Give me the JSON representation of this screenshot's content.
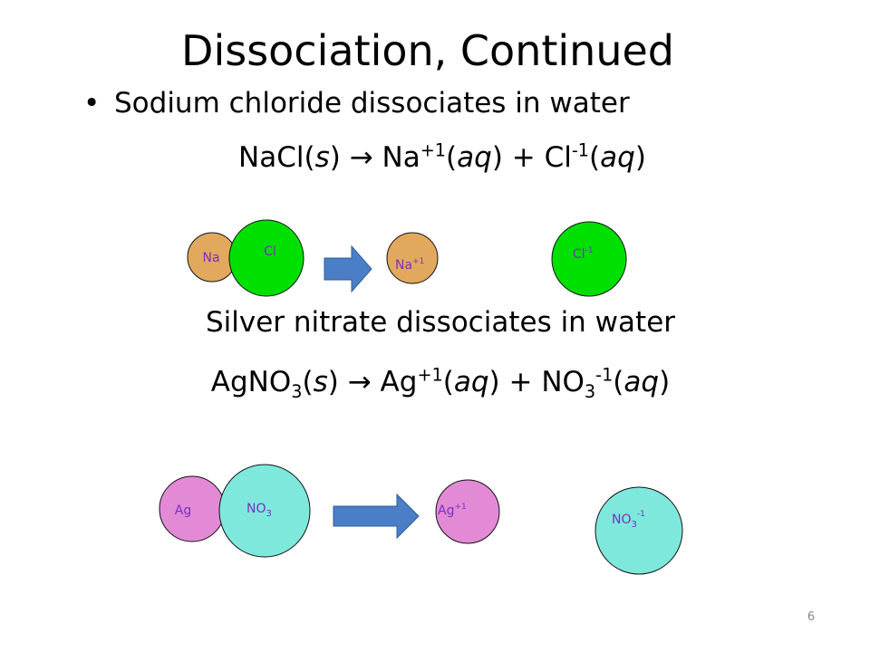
{
  "slide": {
    "title": "Dissociation, Continued",
    "bullet_symbol": "•",
    "bullet": "Sodium chloride dissociates in water",
    "eq1": {
      "reactant": "NaCl(",
      "reactant_state": "s",
      "arrow": ") → ",
      "cation": "Na",
      "cation_charge": "+1",
      "aq1": "aq",
      "plus": ") + ",
      "anion": "Cl",
      "anion_charge": "-1",
      "aq2": "aq",
      "close": ")"
    },
    "subtitle": "Silver nitrate dissociates in water",
    "eq2": {
      "reactant": "AgNO",
      "reactant_sub": "3",
      "open": "(",
      "reactant_state": "s",
      "arrow": ") → ",
      "cation": "Ag",
      "cation_charge": "+1",
      "aq1": "aq",
      "plus": ") + ",
      "anion": "NO",
      "anion_sub": "3",
      "anion_charge": "-1",
      "aq2": "aq",
      "close": ")"
    },
    "page_number": "6"
  },
  "diagram": {
    "na": "Na",
    "cl": "Cl",
    "na_ion": "Na",
    "na_ion_charge": "+1",
    "cl_ion": "Cl",
    "cl_ion_charge": "-1",
    "ag": "Ag",
    "no3": "NO",
    "no3_sub": "3",
    "ag_ion": "Ag",
    "ag_ion_charge": "+1",
    "no3_ion": "NO",
    "no3_ion_sub": "3",
    "no3_ion_charge": "-1"
  },
  "colors": {
    "sodium": "#e2a95e",
    "chlorine": "#00e000",
    "silver": "#e28ad6",
    "nitrate": "#7ee8dc",
    "arrow": "#4a7fc8",
    "label": "#7a2fbf"
  }
}
